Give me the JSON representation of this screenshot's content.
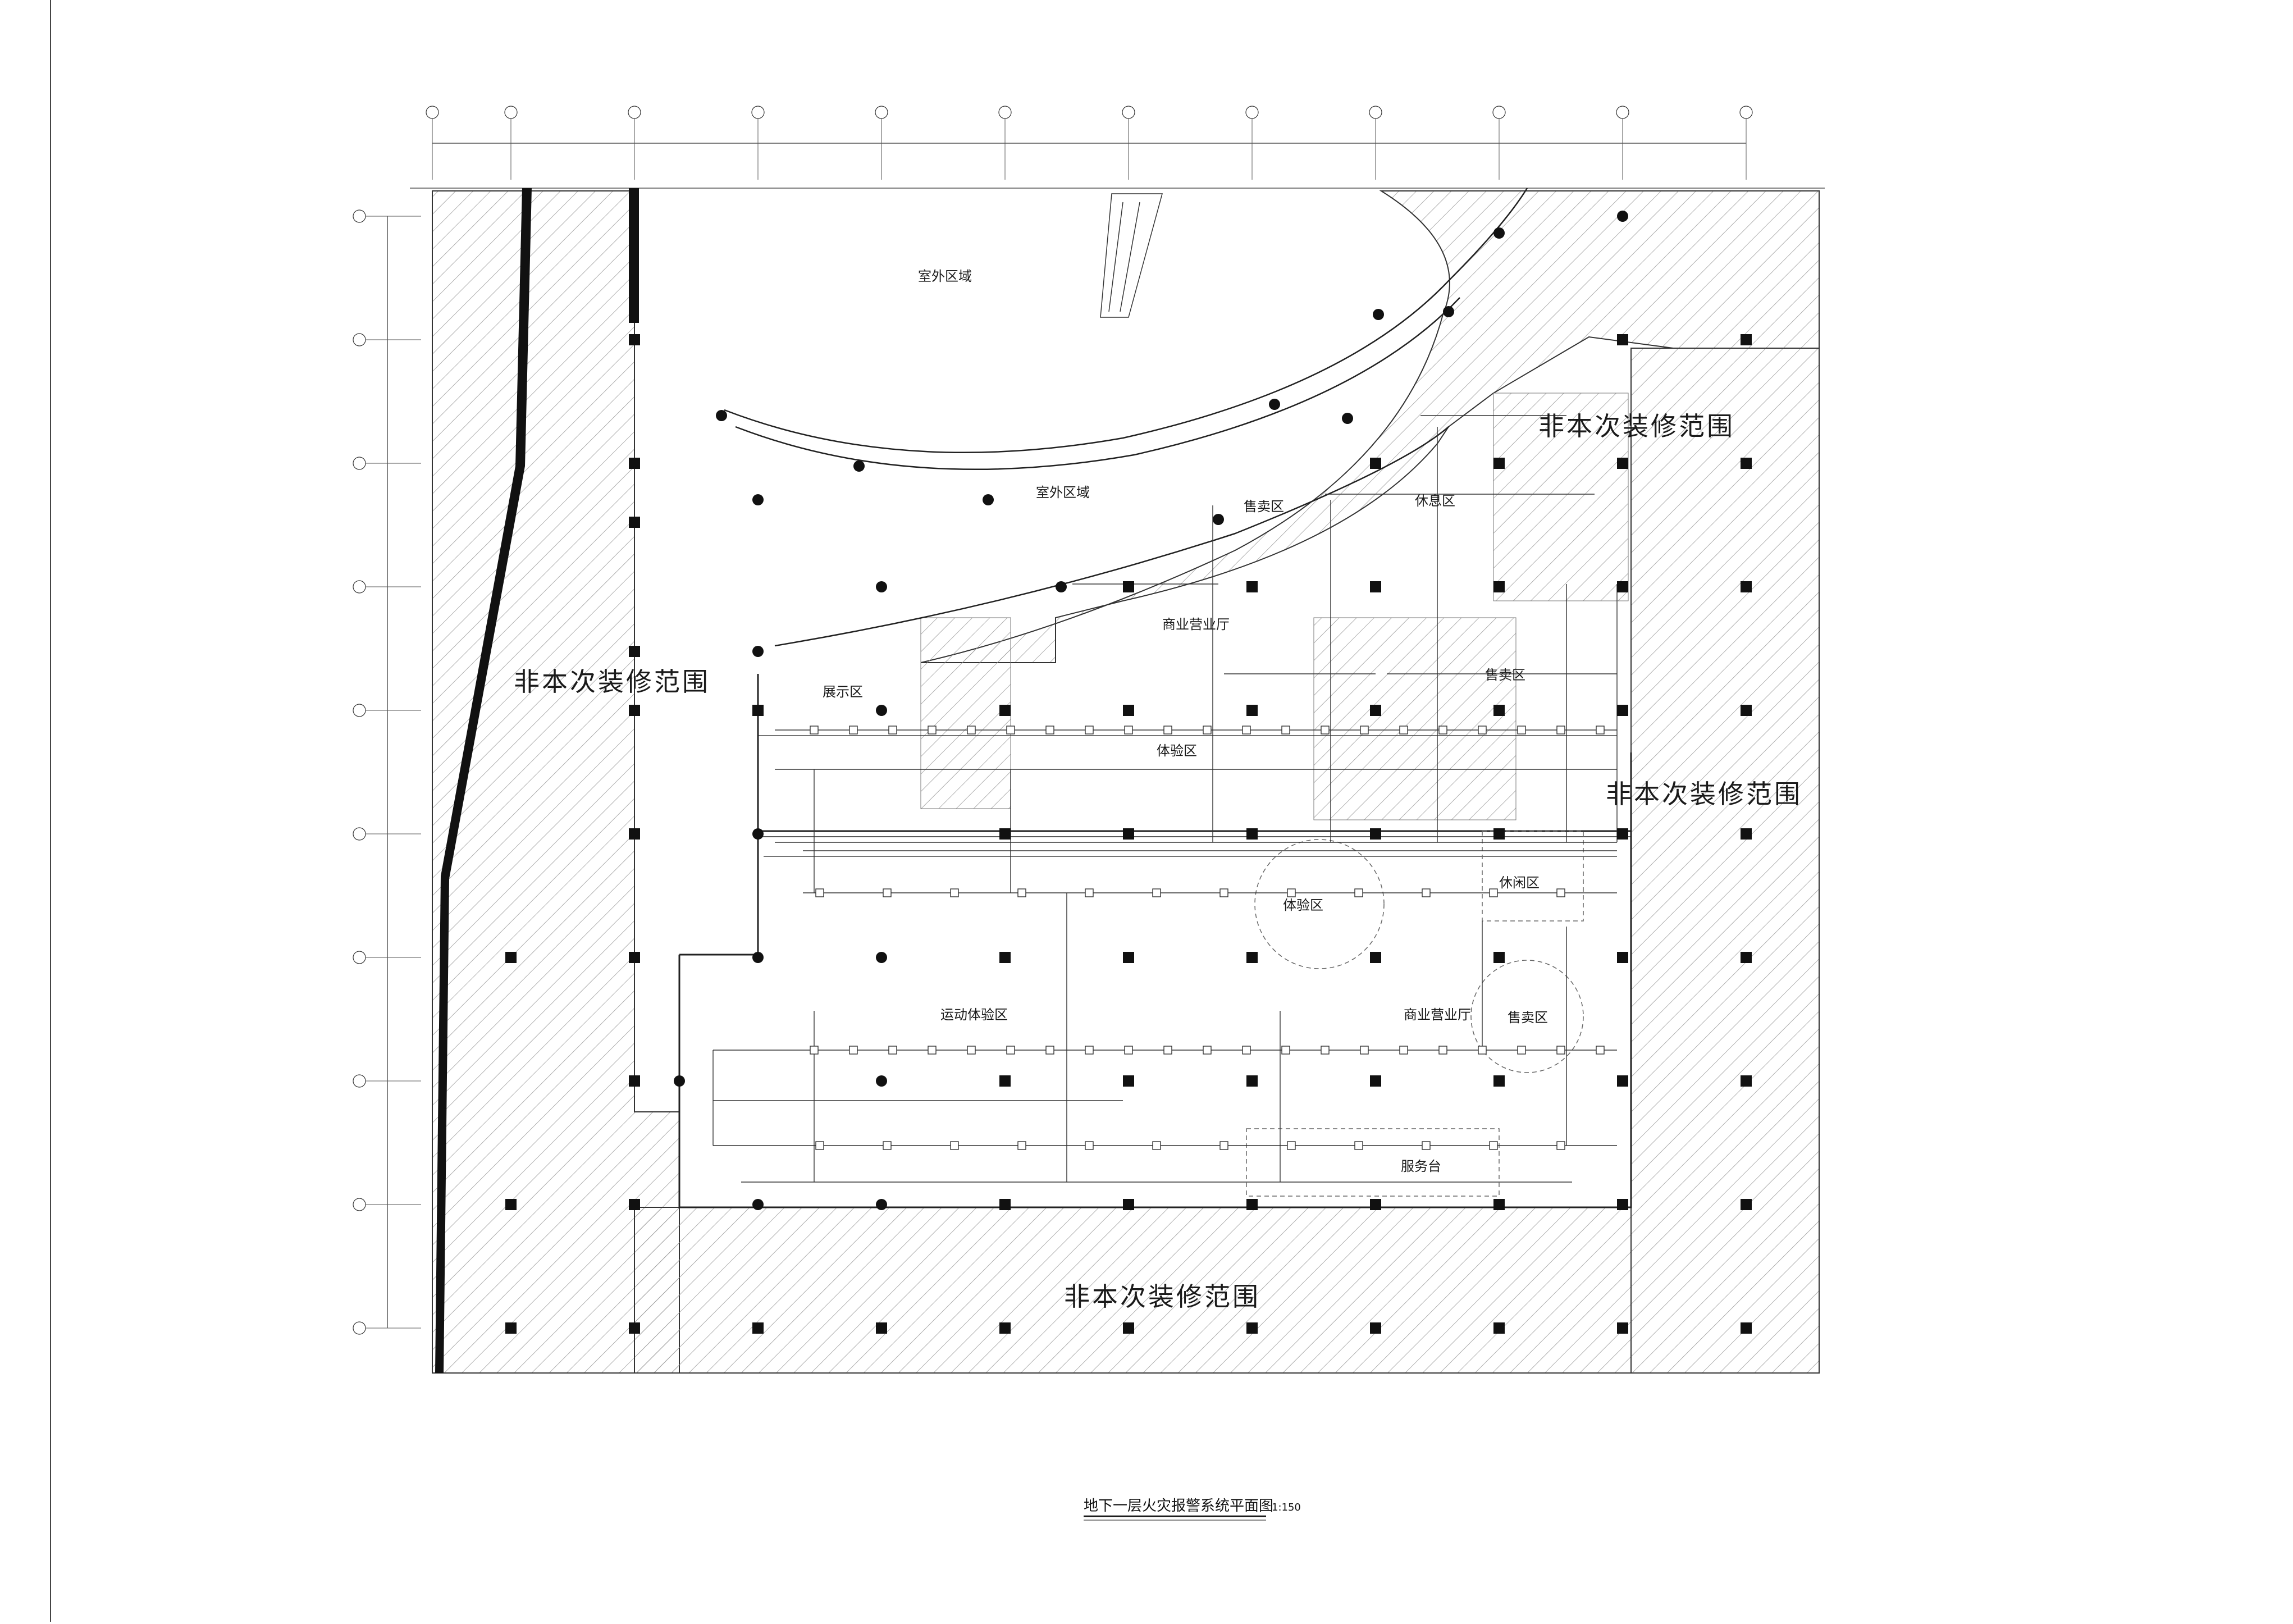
{
  "drawing": {
    "title": "地下一层火灾报警系统平面图",
    "scale": "1:150"
  },
  "zones": {
    "non_scope_top_right": "非本次装修范围",
    "non_scope_left": "非本次装修范围",
    "non_scope_right": "非本次装修范围",
    "non_scope_bottom": "非本次装修范围",
    "outdoor_top": "室外区域",
    "outdoor_mid": "室外区域",
    "sales_top": "售卖区",
    "rest_top": "休息区",
    "business_hall_top": "商业营业厅",
    "exhibition": "展示区",
    "experience_top": "体验区",
    "sales_right": "售卖区",
    "experience_mid": "体验区",
    "rest_mid": "休闲区",
    "sports_experience": "运动体验区",
    "business_hall_bottom": "商业营业厅",
    "sales_bottom": "售卖区",
    "service_desk": "服务台"
  },
  "colors": {
    "line": "#1f1f1f",
    "hatch": "#9a9a9a",
    "wall": "#111111",
    "paper": "#ffffff"
  }
}
